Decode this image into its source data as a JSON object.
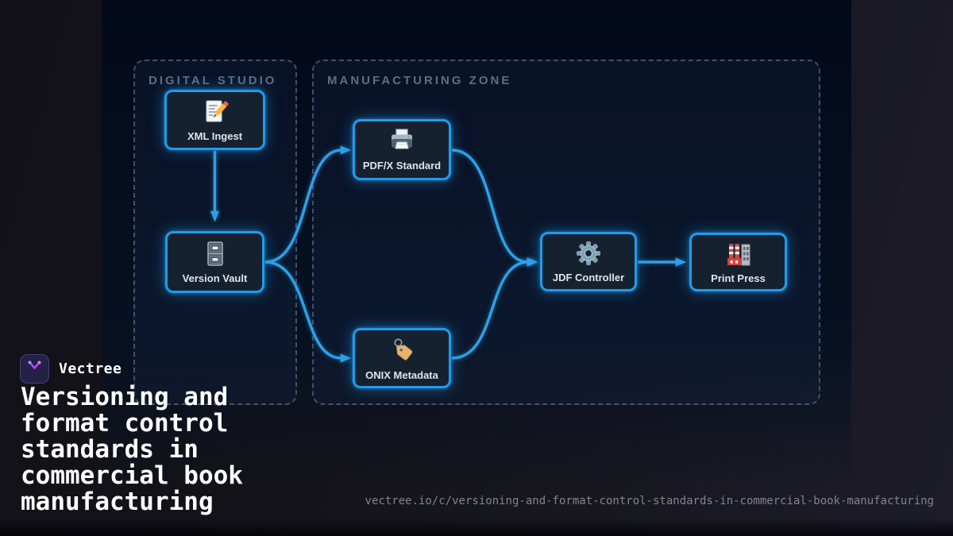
{
  "brand": {
    "name": "Vectree"
  },
  "title": {
    "text": "Versioning and format control standards in commercial book manufacturing"
  },
  "footer": {
    "url": "vectree.io/c/versioning-and-format-control-standards-in-commercial-book-manufacturing"
  },
  "colors": {
    "accent_blue": "#2da0e8",
    "node_border": "#1e9ceb",
    "node_bg": "#162130",
    "canvas_bg": "#03091a",
    "zone_border": "#42506a",
    "zone_label": "#5e6e83",
    "title_text": "#ffffff",
    "url_text": "#7f8591",
    "logo_gradient_start": "#8b5cf6",
    "logo_gradient_end": "#d946ef"
  },
  "diagram": {
    "zones": [
      {
        "id": "digital-studio",
        "label": "DIGITAL STUDIO"
      },
      {
        "id": "manufacturing-zone",
        "label": "MANUFACTURING ZONE"
      }
    ],
    "nodes": [
      {
        "id": "xml-ingest",
        "label": "XML Ingest",
        "icon": "memo-icon",
        "zone": "digital-studio"
      },
      {
        "id": "version-vault",
        "label": "Version Vault",
        "icon": "file-cabinet-icon",
        "zone": "digital-studio"
      },
      {
        "id": "pdfx-standard",
        "label": "PDF/X Standard",
        "icon": "printer-icon",
        "zone": "manufacturing-zone"
      },
      {
        "id": "onix-metadata",
        "label": "ONIX Metadata",
        "icon": "tag-icon",
        "zone": "manufacturing-zone"
      },
      {
        "id": "jdf-controller",
        "label": "JDF Controller",
        "icon": "gear-icon",
        "zone": "manufacturing-zone"
      },
      {
        "id": "print-press",
        "label": "Print Press",
        "icon": "factory-icon",
        "zone": "manufacturing-zone"
      }
    ],
    "edges": [
      {
        "from": "xml-ingest",
        "to": "version-vault"
      },
      {
        "from": "version-vault",
        "to": "pdfx-standard"
      },
      {
        "from": "version-vault",
        "to": "onix-metadata"
      },
      {
        "from": "pdfx-standard",
        "to": "jdf-controller"
      },
      {
        "from": "onix-metadata",
        "to": "jdf-controller"
      },
      {
        "from": "jdf-controller",
        "to": "print-press"
      }
    ]
  }
}
